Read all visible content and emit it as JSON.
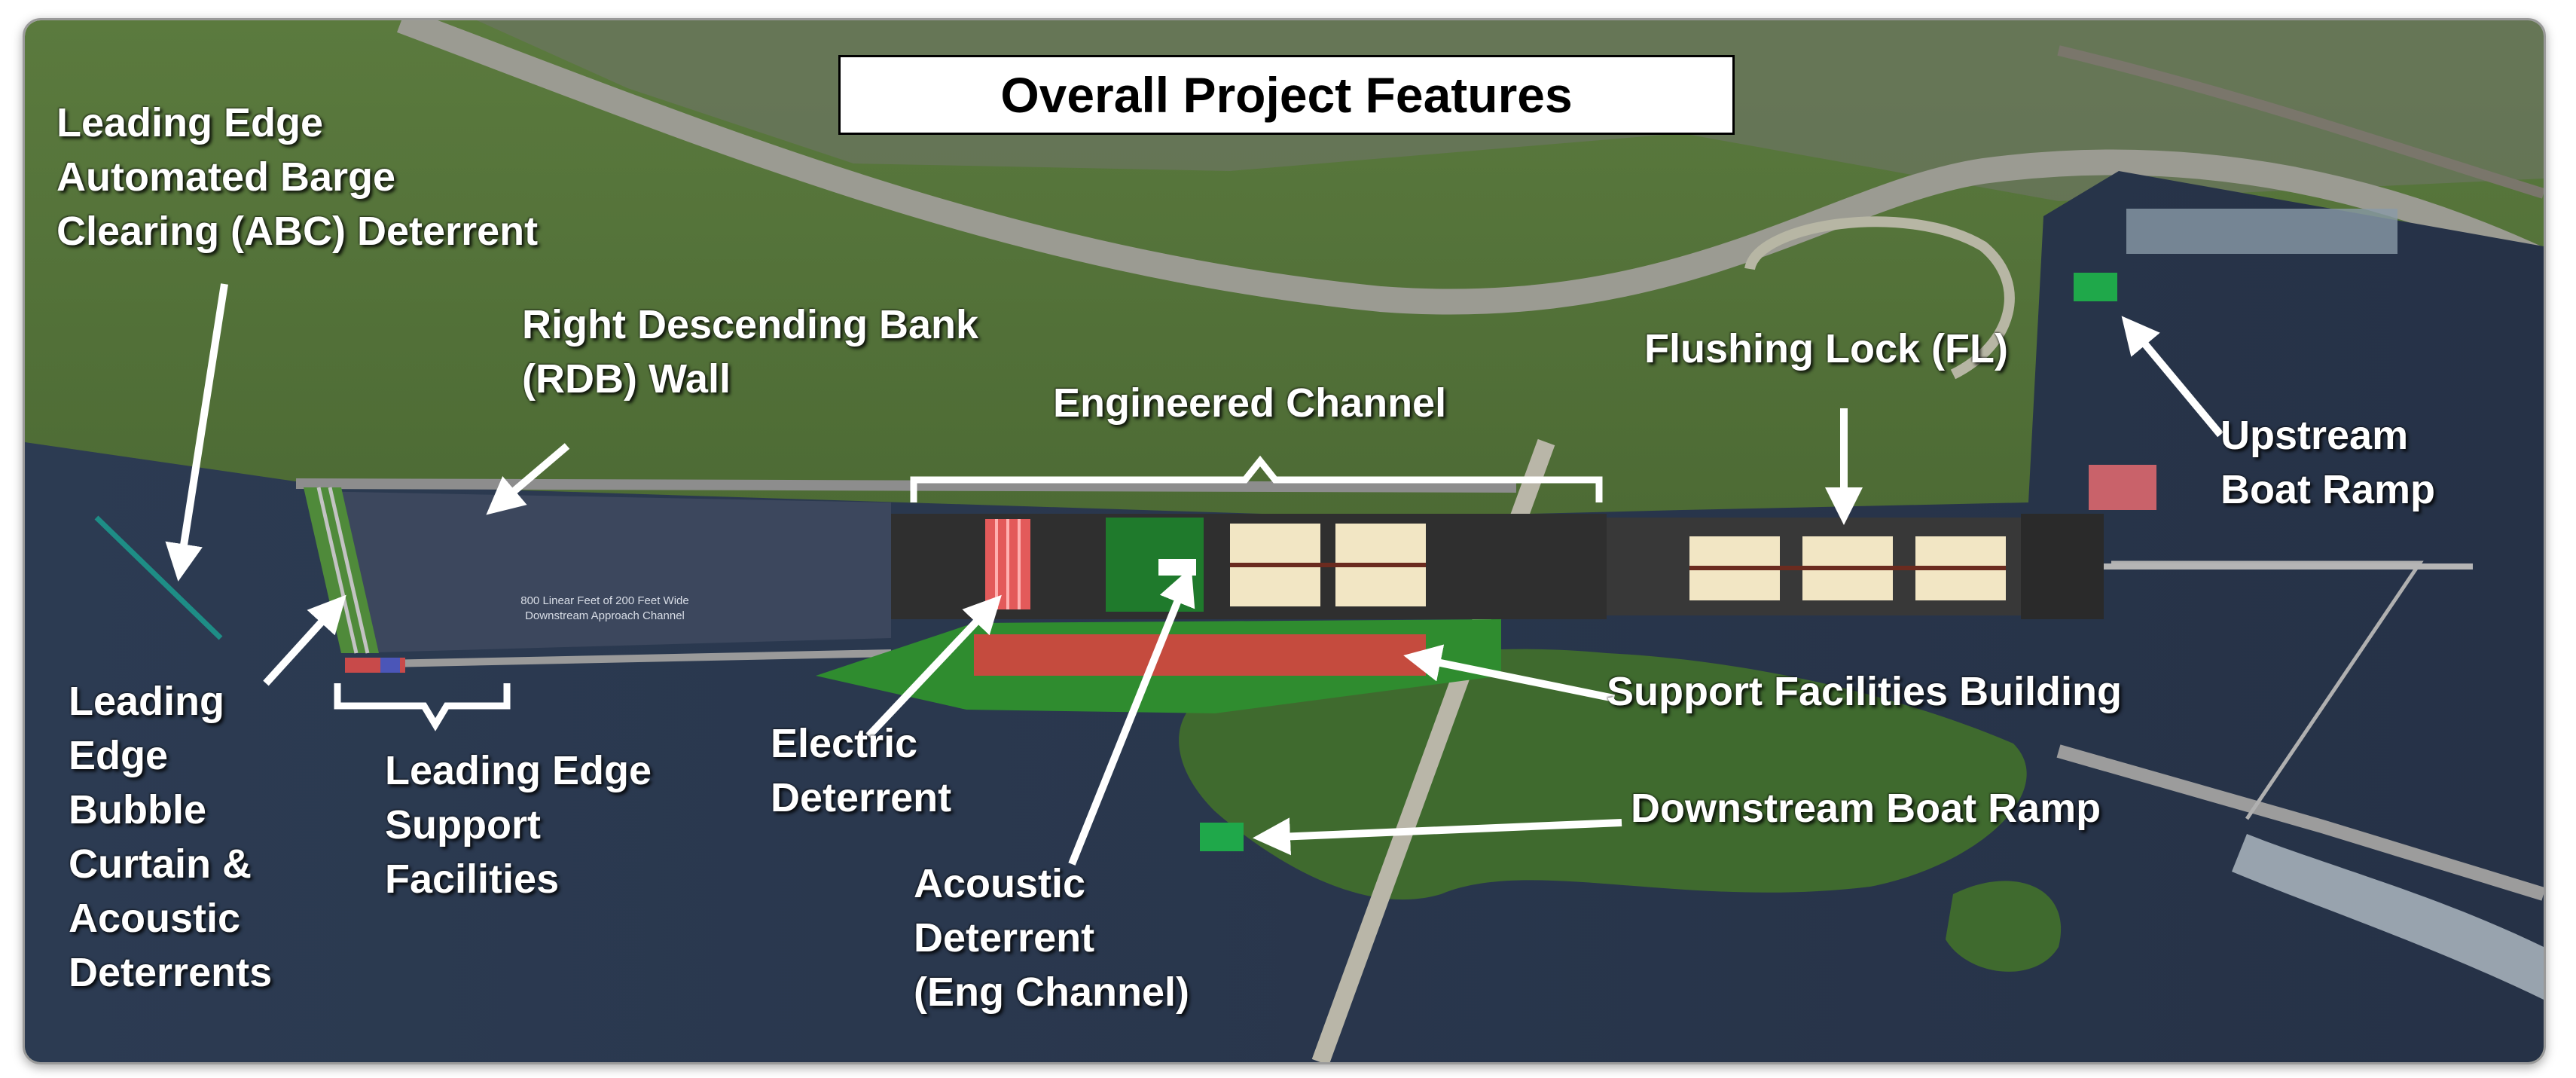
{
  "title": "Overall Project Features",
  "labels": {
    "abc_deterrent": "Leading Edge\nAutomated Barge\nClearing (ABC) Deterrent",
    "rdb_wall": "Right Descending Bank\n(RDB) Wall",
    "engineered_channel": "Engineered Channel",
    "flushing_lock": "Flushing Lock (FL)",
    "upstream_boat_ramp": "Upstream\nBoat Ramp",
    "bubble_curtain": "Leading\nEdge\nBubble\nCurtain &\nAcoustic\nDeterrents",
    "leading_edge_support": "Leading Edge\nSupport\nFacilities",
    "electric_deterrent": "Electric\nDeterrent",
    "acoustic_deterrent_channel": "Acoustic\nDeterrent\n(Eng Channel)",
    "support_facilities_building": "Support Facilities Building",
    "downstream_boat_ramp": "Downstream Boat Ramp"
  },
  "channel_note": "800 Linear Feet of 200 Feet Wide\nDownstream Approach Channel",
  "colors": {
    "water": "#2e3a4e",
    "vegetation": "#3f5f2c",
    "channel_green": "#2e8b2e",
    "lock_concrete": "#3a3a3a",
    "deterrent_red": "#e05050",
    "boat_ramp_green": "#1fa84a"
  }
}
